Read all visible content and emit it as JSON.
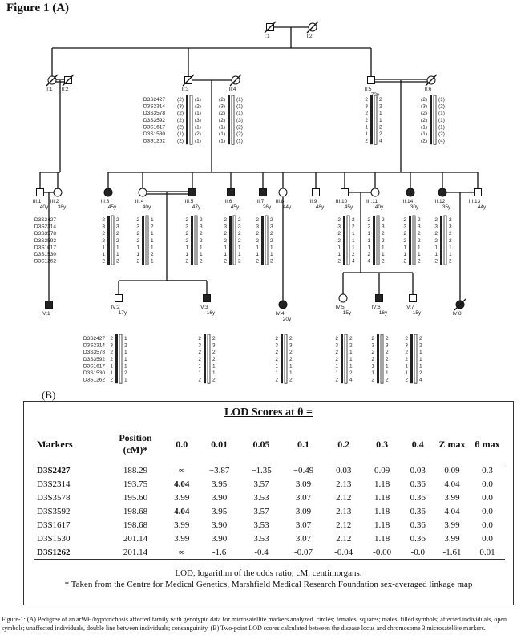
{
  "figure_title": "Figure 1 (A)",
  "pedigree": {
    "ids": {
      "I1": "I:1",
      "I2": "I:2",
      "II1": "II:1",
      "II2": "II:2",
      "II3": "II:3",
      "II4": "II:4",
      "II5": "II:5",
      "II6": "II:6",
      "III1": "III:1",
      "III2": "III:2",
      "III3": "III:3",
      "III4": "III:4",
      "III5": "III:5",
      "III6": "III:6",
      "III7": "III:7",
      "III8": "III:8",
      "III9": "III:9",
      "III10": "III:10",
      "III11": "III:11",
      "III12": "III:12",
      "III13": "III:13",
      "III14": "III:14",
      "IV1": "IV:1",
      "IV2": "IV:2",
      "IV3": "IV:3",
      "IV4": "IV:4",
      "IV5": "IV:5",
      "IV6": "IV:6",
      "IV7": "IV:7",
      "IV8": "IV:8"
    },
    "ages": {
      "II5": "72y",
      "III1": "40y",
      "III2": "38y",
      "III3": "45y",
      "III4": "40y",
      "III5": "47y",
      "III6": "45y",
      "III7": "26y",
      "III8": "44y",
      "III9": "48y",
      "III10": "45y",
      "III11": "40y",
      "III14": "30y",
      "III12": "35y",
      "III13": "44y",
      "IV2": "17y",
      "IV3": "16y",
      "IV4": "20y",
      "IV5": "15y",
      "IV6": "16y",
      "IV7": "15y"
    },
    "markers": [
      "D3S2427",
      "D3S2314",
      "D3S3578",
      "D3S3592",
      "D3S1617",
      "D3S1530",
      "D3S1262"
    ],
    "genotypes": {
      "II3": [
        [
          "(2)",
          "(1)"
        ],
        [
          "(3)",
          "(2)"
        ],
        [
          "(2)",
          "(1)"
        ],
        [
          "(2)",
          "(3)"
        ],
        [
          "(2)",
          "(1)"
        ],
        [
          "(1)",
          "(2)"
        ],
        [
          "(2)",
          "(1)"
        ]
      ],
      "II4": [
        [
          "(2)",
          "(1)"
        ],
        [
          "(3)",
          "(1)"
        ],
        [
          "(2)",
          "(1)"
        ],
        [
          "(2)",
          "(3)"
        ],
        [
          "(1)",
          "(2)"
        ],
        [
          "(1)",
          "(2)"
        ],
        [
          "(1)",
          "(1)"
        ]
      ],
      "II5": [
        [
          "2",
          "2"
        ],
        [
          "3",
          "2"
        ],
        [
          "2",
          "1"
        ],
        [
          "2",
          "1"
        ],
        [
          "1",
          "2"
        ],
        [
          "1",
          "2"
        ],
        [
          "2",
          "4"
        ]
      ],
      "II6": [
        [
          "(2)",
          "(1)"
        ],
        [
          "(3)",
          "(2)"
        ],
        [
          "(2)",
          "(1)"
        ],
        [
          "(2)",
          "(1)"
        ],
        [
          "(1)",
          "(1)"
        ],
        [
          "(1)",
          "(2)"
        ],
        [
          "(2)",
          "(4)"
        ]
      ],
      "III3": [
        [
          "2",
          "2"
        ],
        [
          "3",
          "3"
        ],
        [
          "2",
          "2"
        ],
        [
          "2",
          "2"
        ],
        [
          "1",
          "1"
        ],
        [
          "1",
          "1"
        ],
        [
          "2",
          "2"
        ]
      ],
      "III4": [
        [
          "2",
          "1"
        ],
        [
          "3",
          "2"
        ],
        [
          "2",
          "1"
        ],
        [
          "2",
          "1"
        ],
        [
          "1",
          "1"
        ],
        [
          "1",
          "2"
        ],
        [
          "2",
          "1"
        ]
      ],
      "III5": [
        [
          "2",
          "2"
        ],
        [
          "3",
          "3"
        ],
        [
          "2",
          "2"
        ],
        [
          "2",
          "2"
        ],
        [
          "1",
          "1"
        ],
        [
          "1",
          "1"
        ],
        [
          "2",
          "2"
        ]
      ],
      "III6": [
        [
          "2",
          "2"
        ],
        [
          "3",
          "3"
        ],
        [
          "2",
          "2"
        ],
        [
          "2",
          "2"
        ],
        [
          "1",
          "1"
        ],
        [
          "1",
          "1"
        ],
        [
          "2",
          "2"
        ]
      ],
      "III7": [
        [
          "2",
          "2"
        ],
        [
          "3",
          "3"
        ],
        [
          "2",
          "2"
        ],
        [
          "2",
          "2"
        ],
        [
          "1",
          "1"
        ],
        [
          "1",
          "1"
        ],
        [
          "2",
          "2"
        ]
      ],
      "III10": [
        [
          "2",
          "2"
        ],
        [
          "3",
          "2"
        ],
        [
          "2",
          "1"
        ],
        [
          "2",
          "1"
        ],
        [
          "1",
          "1"
        ],
        [
          "1",
          "2"
        ],
        [
          "2",
          "4"
        ]
      ],
      "III11": [
        [
          "2",
          "2"
        ],
        [
          "2",
          "3"
        ],
        [
          "1",
          "2"
        ],
        [
          "1",
          "2"
        ],
        [
          "1",
          "1"
        ],
        [
          "2",
          "1"
        ],
        [
          "4",
          "2"
        ]
      ],
      "III14": [
        [
          "2",
          "2"
        ],
        [
          "3",
          "3"
        ],
        [
          "2",
          "2"
        ],
        [
          "2",
          "2"
        ],
        [
          "1",
          "1"
        ],
        [
          "1",
          "1"
        ],
        [
          "2",
          "2"
        ]
      ],
      "III12": [
        [
          "2",
          "2"
        ],
        [
          "3",
          "3"
        ],
        [
          "2",
          "2"
        ],
        [
          "2",
          "2"
        ],
        [
          "1",
          "1"
        ],
        [
          "1",
          "1"
        ],
        [
          "2",
          "2"
        ]
      ],
      "IV2": [
        [
          "2",
          "1"
        ],
        [
          "3",
          "2"
        ],
        [
          "2",
          "1"
        ],
        [
          "2",
          "1"
        ],
        [
          "1",
          "1"
        ],
        [
          "1",
          "2"
        ],
        [
          "2",
          "1"
        ]
      ],
      "IV3": [
        [
          "2",
          "2"
        ],
        [
          "3",
          "3"
        ],
        [
          "2",
          "2"
        ],
        [
          "2",
          "2"
        ],
        [
          "1",
          "1"
        ],
        [
          "1",
          "1"
        ],
        [
          "2",
          "2"
        ]
      ],
      "IV4": [
        [
          "2",
          "2"
        ],
        [
          "3",
          "3"
        ],
        [
          "2",
          "2"
        ],
        [
          "2",
          "2"
        ],
        [
          "1",
          "1"
        ],
        [
          "1",
          "1"
        ],
        [
          "2",
          "2"
        ]
      ],
      "IV5": [
        [
          "2",
          "2"
        ],
        [
          "3",
          "2"
        ],
        [
          "2",
          "1"
        ],
        [
          "2",
          "1"
        ],
        [
          "1",
          "1"
        ],
        [
          "1",
          "2"
        ],
        [
          "2",
          "4"
        ]
      ],
      "IV6": [
        [
          "2",
          "2"
        ],
        [
          "3",
          "3"
        ],
        [
          "2",
          "2"
        ],
        [
          "2",
          "2"
        ],
        [
          "1",
          "1"
        ],
        [
          "1",
          "1"
        ],
        [
          "2",
          "2"
        ]
      ],
      "IV7": [
        [
          "2",
          "2"
        ],
        [
          "3",
          "2"
        ],
        [
          "2",
          "1"
        ],
        [
          "2",
          "1"
        ],
        [
          "1",
          "1"
        ],
        [
          "1",
          "2"
        ],
        [
          "2",
          "4"
        ]
      ]
    }
  },
  "section_b": "(B)",
  "lod_table": {
    "title": "LOD Scores at θ =",
    "headers": {
      "marker": "Markers",
      "position": "Position (cM)*",
      "thetas": [
        "0.0",
        "0.01",
        "0.05",
        "0.1",
        "0.2",
        "0.3",
        "0.4"
      ],
      "zmax": "Z max",
      "thetamax": "θ max"
    },
    "rows": [
      {
        "marker": "D3S2427",
        "bold": true,
        "position": "188.29",
        "values": [
          "∞",
          "−3.87",
          "−1.35",
          "−0.49",
          "0.03",
          "0.09",
          "0.03"
        ],
        "zmax": "0.09",
        "tmax": "0.3"
      },
      {
        "marker": "D3S2314",
        "bold": false,
        "position": "193.75",
        "values": [
          "4.04",
          "3.95",
          "3.57",
          "3.09",
          "2.13",
          "1.18",
          "0.36"
        ],
        "zmax": "4.04",
        "tmax": "0.0"
      },
      {
        "marker": "D3S3578",
        "bold": false,
        "position": "195.60",
        "values": [
          "3.99",
          "3.90",
          "3.53",
          "3.07",
          "2.12",
          "1.18",
          "0.36"
        ],
        "zmax": "3.99",
        "tmax": "0.0"
      },
      {
        "marker": "D3S3592",
        "bold": false,
        "position": "198.68",
        "values": [
          "4.04",
          "3.95",
          "3.57",
          "3.09",
          "2.13",
          "1.18",
          "0.36"
        ],
        "zmax": "4.04",
        "tmax": "0.0"
      },
      {
        "marker": "D3S1617",
        "bold": false,
        "position": "198.68",
        "values": [
          "3.99",
          "3.90",
          "3.53",
          "3.07",
          "2.12",
          "1.18",
          "0.36"
        ],
        "zmax": "3.99",
        "tmax": "0.0"
      },
      {
        "marker": "D3S1530",
        "bold": false,
        "position": "201.14",
        "values": [
          "3.99",
          "3.90",
          "3.53",
          "3.07",
          "2.12",
          "1.18",
          "0.36"
        ],
        "zmax": "3.99",
        "tmax": "0.0"
      },
      {
        "marker": "D3S1262",
        "bold": true,
        "position": "201.14",
        "values": [
          "∞",
          "-1.6",
          "-0.4",
          "-0.07",
          "-0.04",
          "-0.00",
          "-0.0"
        ],
        "zmax": "-1.61",
        "tmax": "0.01"
      }
    ],
    "bold_cells": [
      [
        1,
        0
      ],
      [
        3,
        0
      ]
    ],
    "note1": "LOD, logarithm of the odds ratio; cM, centimorgans.",
    "note2": "* Taken from the Centre for Medical Genetics, Marshfield Medical Research Foundation sex-averaged linkage map"
  },
  "caption": "Figure-1: (A) Pedigree of an arWH/hypotrichosis affected family with genotypic data for microsatellite markers analyzed. circles; females, squares; males, filled symbols; affected individuals, open symbols; unaffected individuals, double line between individuals; consanguinity. (B) Two-point LOD scores calculated between the disease locus and chromosome 3 microsatellite markers."
}
